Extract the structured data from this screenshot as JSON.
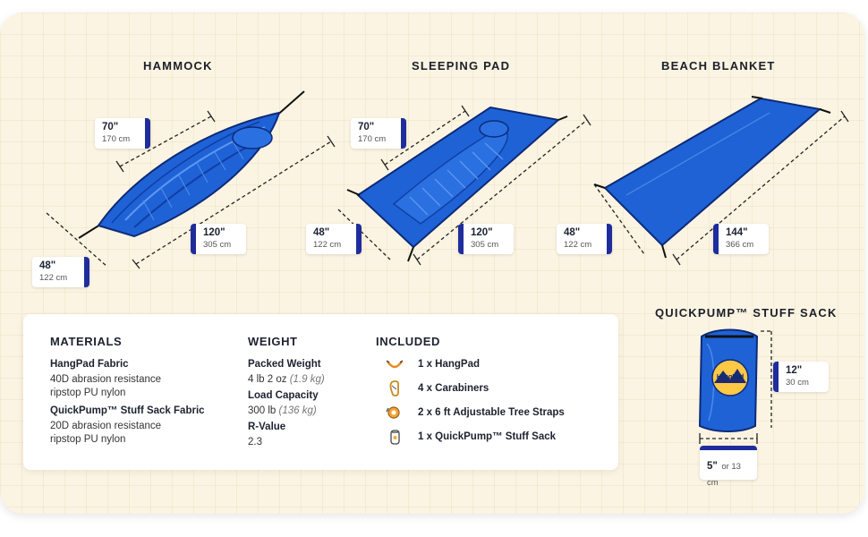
{
  "sections": {
    "hammock": "HAMMOCK",
    "sleeping_pad": "SLEEPING PAD",
    "beach_blanket": "BEACH BLANKET",
    "stuff_sack": "QUICKPUMP™ STUFF SACK"
  },
  "dims": {
    "hammock_width": {
      "in": "70\"",
      "cm": "170 cm"
    },
    "hammock_length": {
      "in": "120\"",
      "cm": "305 cm"
    },
    "hammock_depth": {
      "in": "48\"",
      "cm": "122 cm"
    },
    "pad_width": {
      "in": "70\"",
      "cm": "170 cm"
    },
    "pad_depth": {
      "in": "48\"",
      "cm": "122 cm"
    },
    "pad_length": {
      "in": "120\"",
      "cm": "305 cm"
    },
    "blanket_depth": {
      "in": "48\"",
      "cm": "122 cm"
    },
    "blanket_length": {
      "in": "144\"",
      "cm": "366 cm"
    },
    "sack_height": {
      "in": "12\"",
      "cm": "30 cm"
    },
    "sack_width": {
      "in": "5\"",
      "cm": "or 13 cm"
    }
  },
  "sack_logo": "HangPad",
  "materials": {
    "title": "MATERIALS",
    "items": [
      {
        "name": "HangPad Fabric",
        "line1": "40D abrasion resistance",
        "line2": "ripstop PU nylon"
      },
      {
        "name": "QuickPump™ Stuff Sack Fabric",
        "line1": "20D abrasion resistance",
        "line2": "ripstop PU nylon"
      }
    ]
  },
  "weight": {
    "title": "WEIGHT",
    "packed_label": "Packed Weight",
    "packed_value": "4 lb 2 oz",
    "packed_metric": "(1.9 kg)",
    "capacity_label": "Load Capacity",
    "capacity_value": "300 lb",
    "capacity_metric": "(136 kg)",
    "rvalue_label": "R-Value",
    "rvalue_value": "2.3"
  },
  "included": {
    "title": "INCLUDED",
    "items": [
      {
        "icon": "hammock-icon",
        "label": "1 x HangPad"
      },
      {
        "icon": "carabiner-icon",
        "label": "4 x Carabiners"
      },
      {
        "icon": "strap-icon",
        "label": "2 x 6 ft Adjustable Tree Straps"
      },
      {
        "icon": "stuff-sack-icon",
        "label": "1 x QuickPump™ Stuff Sack"
      }
    ]
  },
  "colors": {
    "accent": "#1f2d9c",
    "product_blue": "#1f62d6",
    "background": "#fbf4e2"
  }
}
